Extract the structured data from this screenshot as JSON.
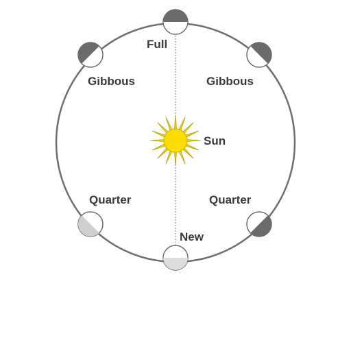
{
  "diagram": {
    "labels": {
      "full": "Full",
      "gibbous_left": "Gibbous",
      "gibbous_right": "Gibbous",
      "sun": "Sun",
      "quarter_left": "Quarter",
      "quarter_right": "Quarter",
      "new": "New"
    },
    "colors": {
      "orbit": "#6e6e6e",
      "moon_dark": "#6b6b6b",
      "moon_light": "#ffffff",
      "moon_faded": "#cfcfcf",
      "sun_core": "#ffdc00",
      "sun_rays": "#f2d500",
      "sun_outline": "#b8a000",
      "divider": "#9a9a9a"
    }
  }
}
